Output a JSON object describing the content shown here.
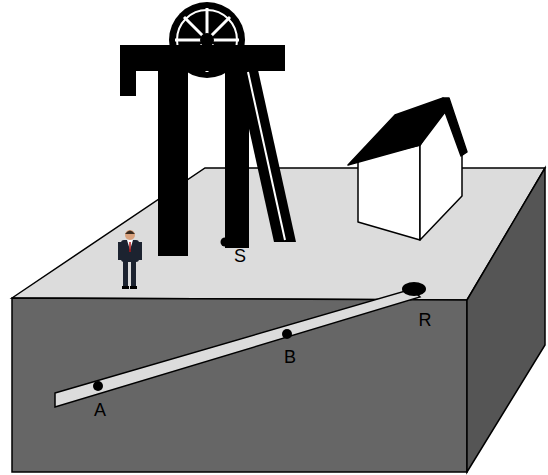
{
  "diagram": {
    "labels": [
      "S",
      "A",
      "B",
      "R"
    ]
  }
}
